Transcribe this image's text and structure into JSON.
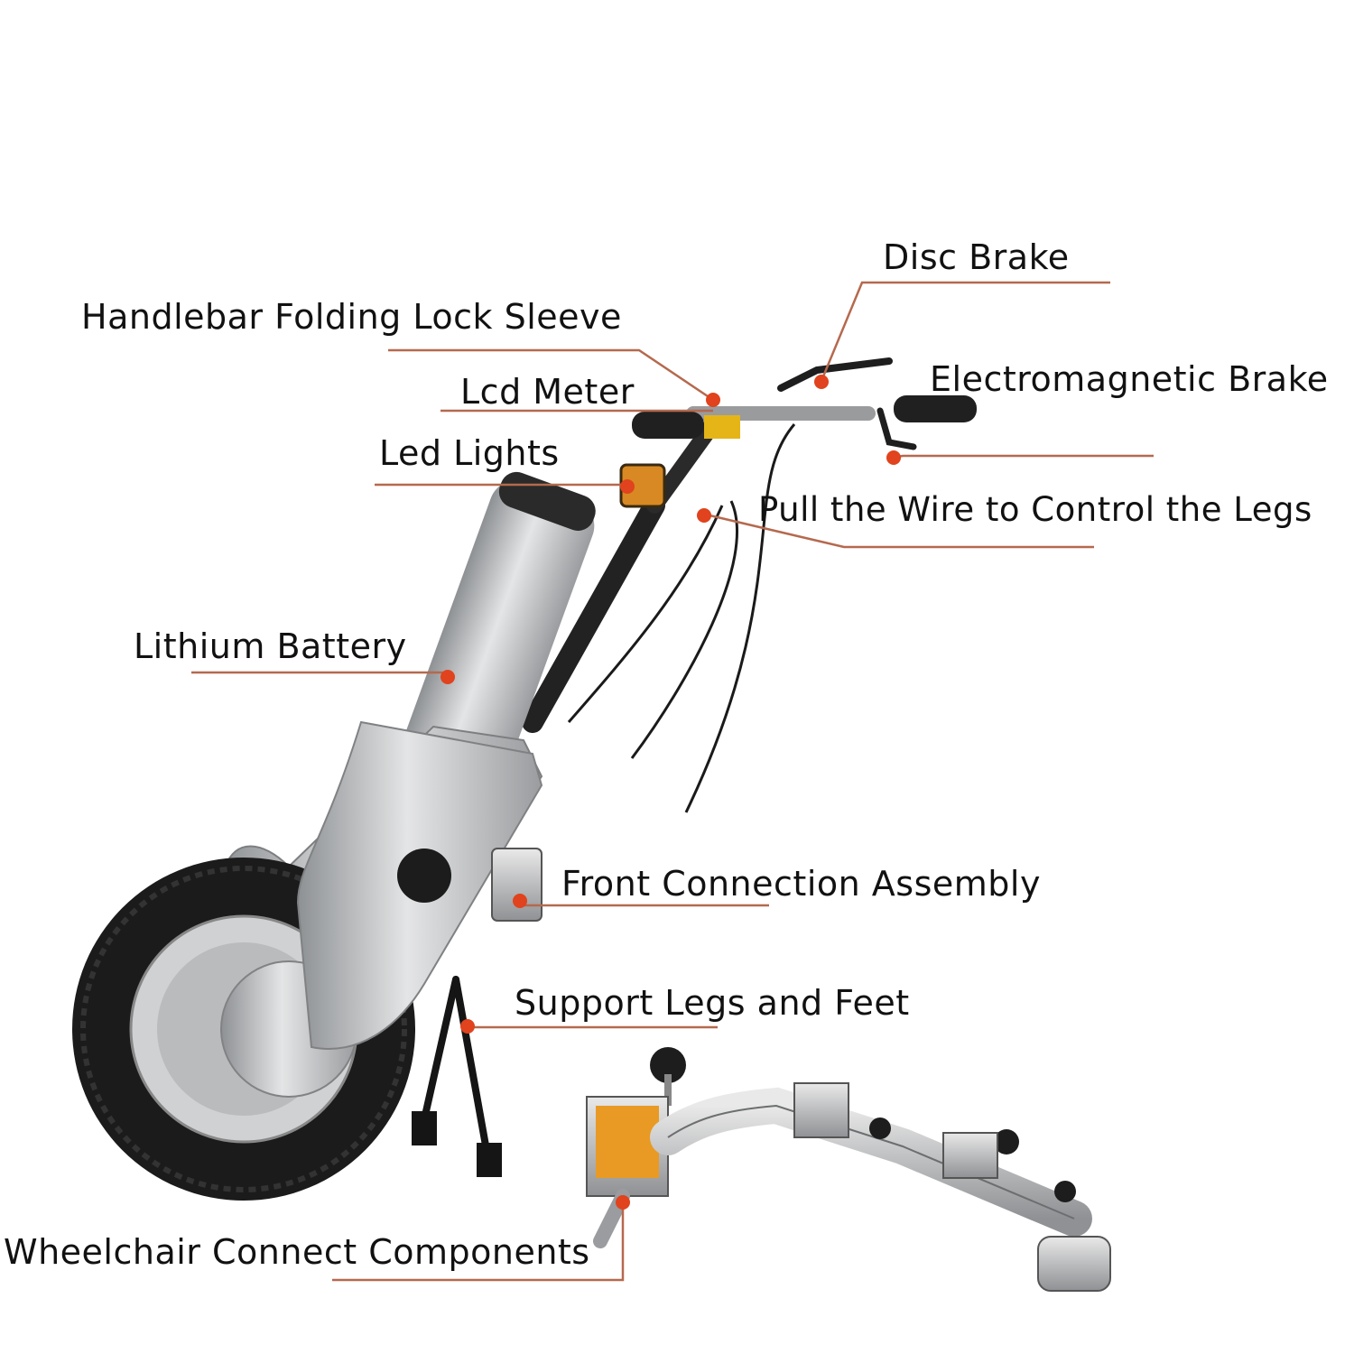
{
  "labels": {
    "disc_brake": "Disc Brake",
    "handlebar_lock": "Handlebar Folding Lock Sleeve",
    "lcd_meter": "Lcd Meter",
    "electromagnetic_brake": "Electromagnetic Brake",
    "led_lights": "Led Lights",
    "pull_wire": "Pull the Wire to Control the Legs",
    "lithium_battery": "Lithium Battery",
    "front_connection": "Front Connection Assembly",
    "support_legs": "Support Legs and Feet",
    "wheelchair_connect": "Wheelchair Connect Components"
  },
  "colors": {
    "leader_line": "#b5694e",
    "marker_dot": "#e0431d",
    "label_text": "#111111",
    "body_silver": "#c6c8ca",
    "tire": "#1b1b1b"
  }
}
